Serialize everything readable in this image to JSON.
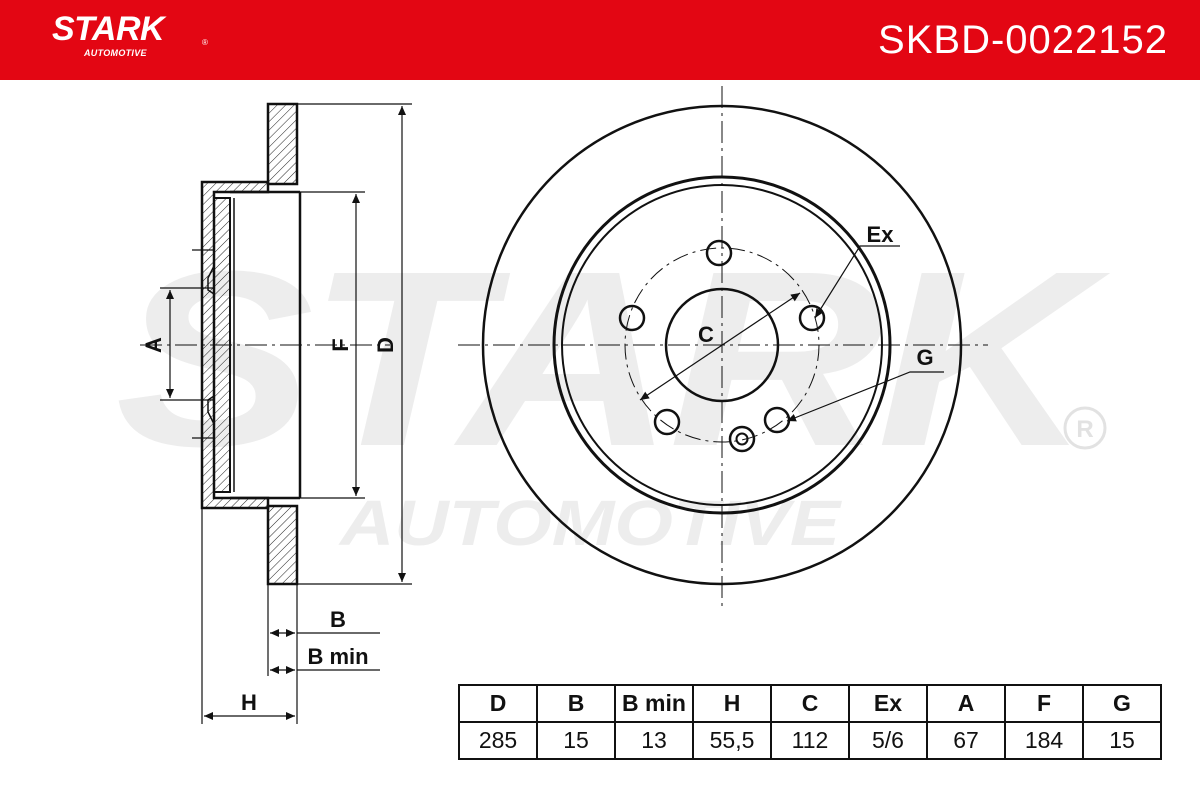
{
  "header": {
    "brand_name": "STARK",
    "brand_sub": "AUTOMOTIVE",
    "registered": "®",
    "part_number": "SKBD-0022152",
    "color": "#e30613"
  },
  "watermark": {
    "word": "STARK",
    "sub": "AUTOMOTIVE",
    "registered": "®",
    "color": "#ededed"
  },
  "side_view": {
    "labels": {
      "A": "A",
      "F": "F",
      "D": "D",
      "B": "B",
      "B_min": "B min",
      "H": "H"
    }
  },
  "front_view": {
    "labels": {
      "C": "C",
      "Ex": "Ex",
      "G": "G"
    },
    "bolt_holes": 5
  },
  "spec_table": {
    "headers": [
      "D",
      "B",
      "B min",
      "H",
      "C",
      "Ex",
      "A",
      "F",
      "G"
    ],
    "values": [
      "285",
      "15",
      "13",
      "55,5",
      "112",
      "5/6",
      "67",
      "184",
      "15"
    ]
  }
}
